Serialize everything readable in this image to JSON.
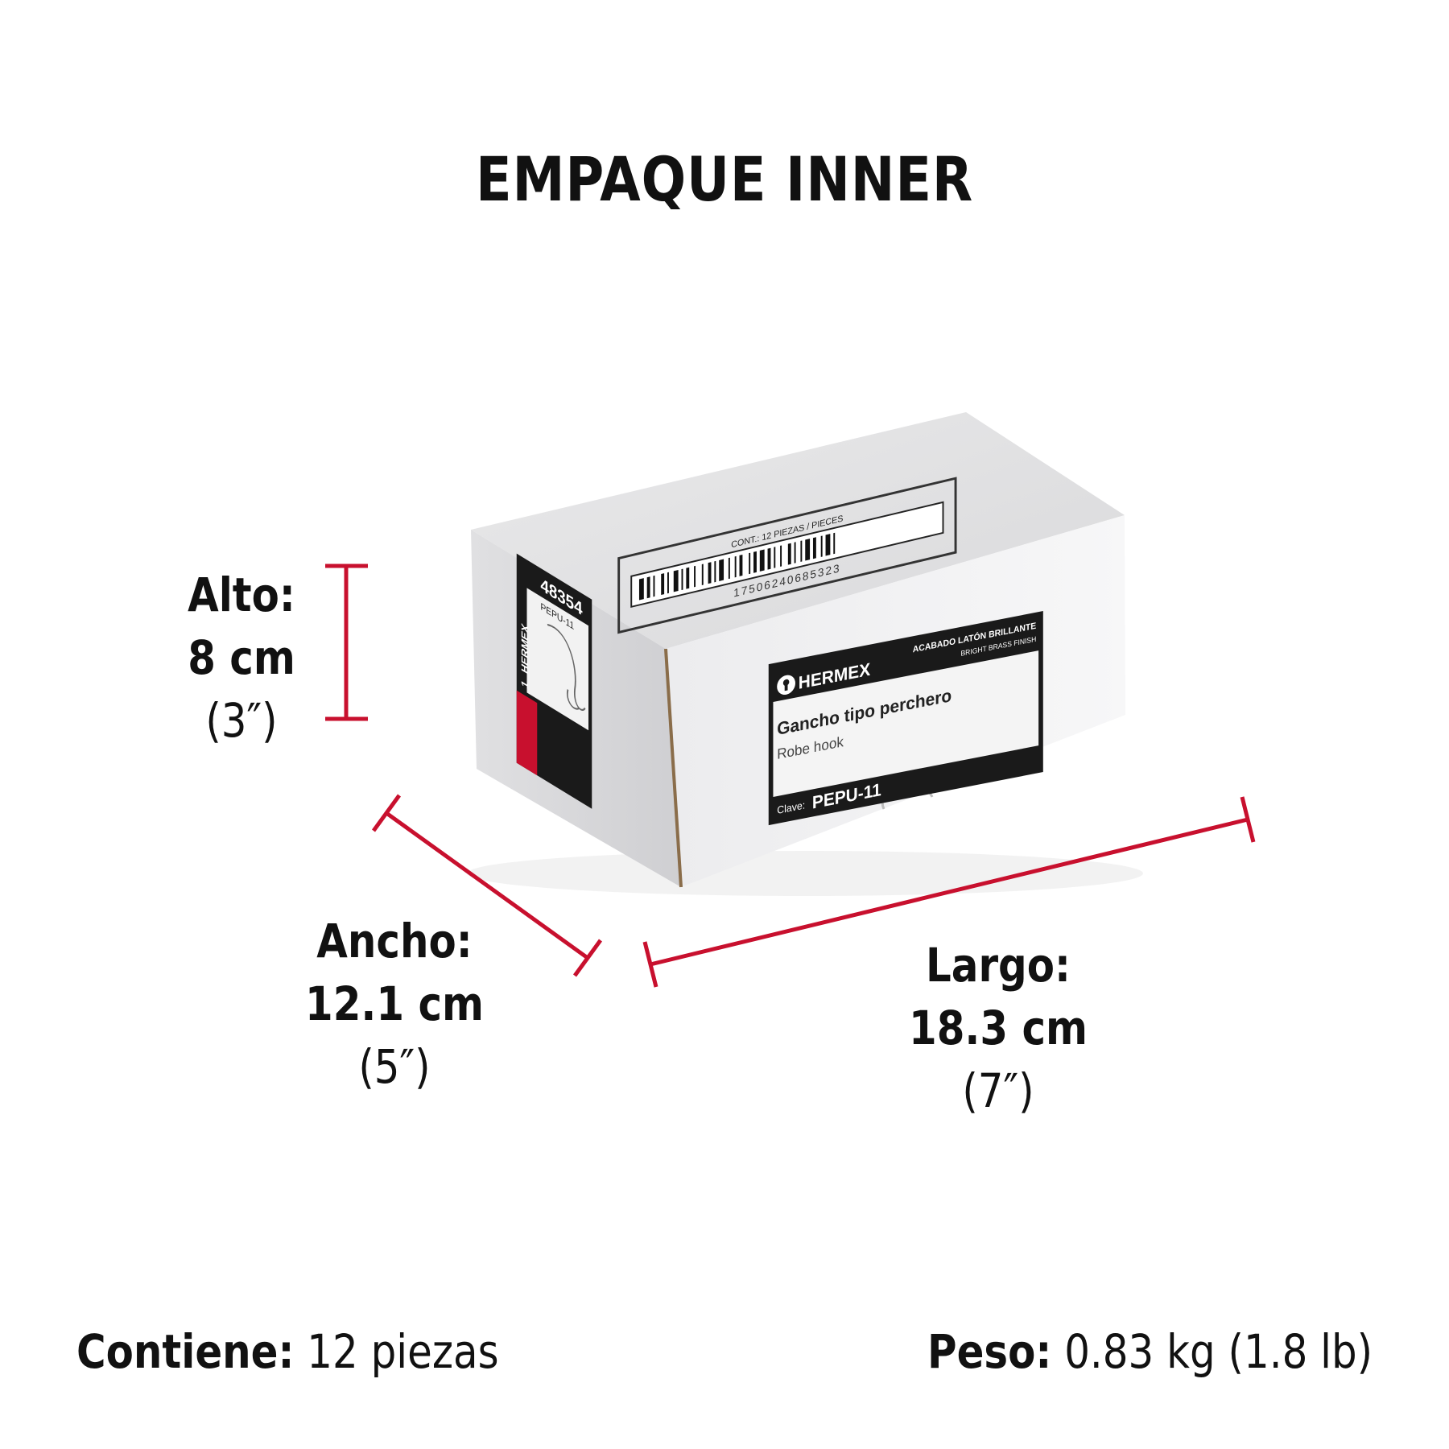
{
  "title": "EMPAQUE INNER",
  "accent_color": "#c8102e",
  "dimensions": {
    "alto": {
      "label": "Alto:",
      "metric": "8 cm",
      "imperial": "(3″)"
    },
    "ancho": {
      "label": "Ancho:",
      "metric": "12.1 cm",
      "imperial": "(5″)"
    },
    "largo": {
      "label": "Largo:",
      "metric": "18.3 cm",
      "imperial": "(7″)"
    }
  },
  "footer": {
    "contains_label": "Contiene:",
    "contains_value": "12 piezas",
    "weight_label": "Peso:",
    "weight_value": "0.83 kg (1.8 lb)"
  },
  "box": {
    "top_label": {
      "contents": "CONT.: 12 PIEZAS / PIECES",
      "barcode_number": "17506240685323"
    },
    "front_label": {
      "brand": "HERMEX",
      "finish_es": "ACABADO LATÓN BRILLANTE",
      "finish_en": "BRIGHT BRASS FINISH",
      "name_es": "Gancho tipo perchero",
      "name_en": "Robe hook",
      "key_label": "Clave:",
      "key_value": "PEPU-11"
    },
    "side_label": {
      "brand": "HERMEX",
      "code": "48354",
      "key": "PEPU-11",
      "quantity": "1"
    }
  }
}
